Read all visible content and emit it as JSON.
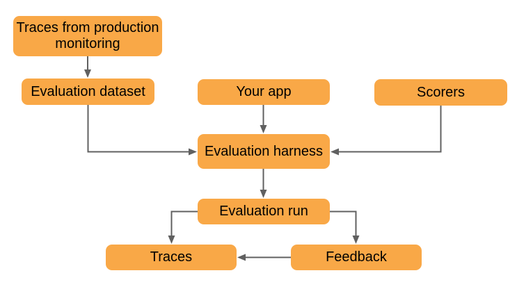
{
  "diagram": {
    "title": "Evaluation flow diagram",
    "background": "#ffffff",
    "node_fill": "#F9A847",
    "node_text_color": "#000000",
    "arrow_color": "#606060"
  },
  "nodes": [
    {
      "id": "traces-from-production-monitoring",
      "label": "Traces from production monitoring"
    },
    {
      "id": "evaluation-dataset",
      "label": "Evaluation dataset"
    },
    {
      "id": "your-app",
      "label": "Your app"
    },
    {
      "id": "scorers",
      "label": "Scorers"
    },
    {
      "id": "evaluation-harness",
      "label": "Evaluation harness"
    },
    {
      "id": "evaluation-run",
      "label": "Evaluation run"
    },
    {
      "id": "traces",
      "label": "Traces"
    },
    {
      "id": "feedback",
      "label": "Feedback"
    }
  ],
  "edges": [
    {
      "from": "traces-from-production-monitoring",
      "to": "evaluation-dataset"
    },
    {
      "from": "evaluation-dataset",
      "to": "evaluation-harness"
    },
    {
      "from": "your-app",
      "to": "evaluation-harness"
    },
    {
      "from": "scorers",
      "to": "evaluation-harness"
    },
    {
      "from": "evaluation-harness",
      "to": "evaluation-run"
    },
    {
      "from": "evaluation-run",
      "to": "traces"
    },
    {
      "from": "evaluation-run",
      "to": "feedback"
    },
    {
      "from": "feedback",
      "to": "traces"
    }
  ]
}
